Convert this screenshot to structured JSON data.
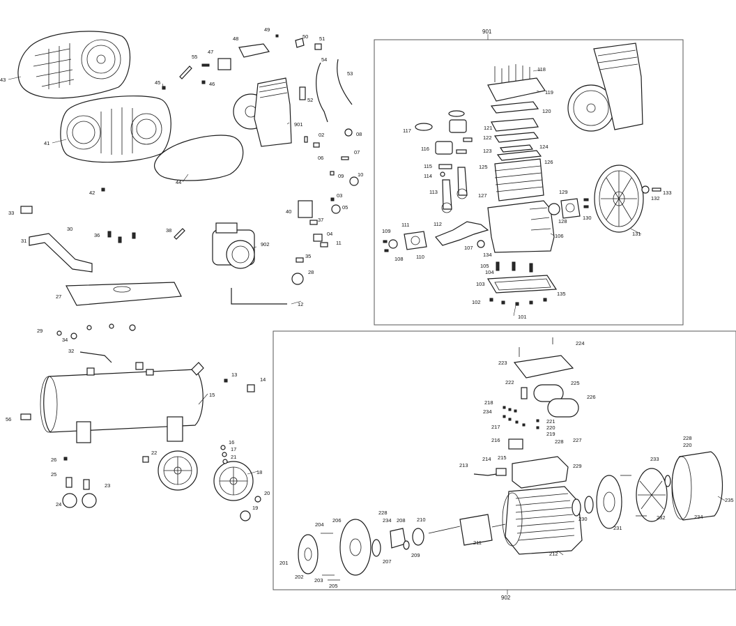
{
  "frames": [
    {
      "id": "pump-frame",
      "label": "901"
    },
    {
      "id": "motor-frame",
      "label": "902"
    }
  ],
  "callouts": [
    "43",
    "41",
    "44",
    "45",
    "55",
    "47",
    "46",
    "48",
    "49",
    "50",
    "51",
    "54",
    "53",
    "52",
    "901",
    "02",
    "08",
    "06",
    "07",
    "09",
    "10",
    "03",
    "05",
    "40",
    "37",
    "04",
    "11",
    "35",
    "28",
    "12",
    "902",
    "42",
    "33",
    "30",
    "31",
    "36",
    "38",
    "27",
    "29",
    "34",
    "32",
    "13",
    "14",
    "15",
    "56",
    "22",
    "16",
    "17",
    "21",
    "18",
    "20",
    "19",
    "26",
    "25",
    "23",
    "24",
    "118",
    "119",
    "120",
    "121",
    "122",
    "123",
    "124",
    "125",
    "126",
    "117",
    "116",
    "115",
    "114",
    "113",
    "127",
    "112",
    "111",
    "109",
    "108",
    "110",
    "107",
    "134",
    "106",
    "129",
    "128",
    "130",
    "133",
    "132",
    "131",
    "105",
    "104",
    "103",
    "135",
    "102",
    "101",
    "224",
    "223",
    "222",
    "225",
    "226",
    "218",
    "234",
    "221",
    "220",
    "219",
    "217",
    "216",
    "228",
    "227",
    "215",
    "213",
    "214",
    "229",
    "233",
    "228",
    "220",
    "235",
    "230",
    "231",
    "232",
    "234",
    "228",
    "234",
    "208",
    "210",
    "204",
    "206",
    "211",
    "212",
    "201",
    "202",
    "203",
    "205",
    "207",
    "209"
  ]
}
